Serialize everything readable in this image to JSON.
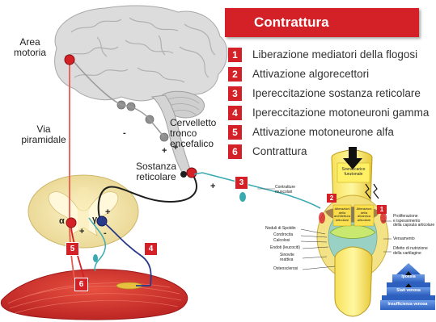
{
  "title": "Contrattura",
  "legend": [
    {
      "num": "1",
      "text": "Liberazione mediatori della flogosi"
    },
    {
      "num": "2",
      "text": "Attivazione algorecettori"
    },
    {
      "num": "3",
      "text": "Ipereccitazione sostanza reticolare"
    },
    {
      "num": "4",
      "text": "Ipereccitazione motoneuroni gamma"
    },
    {
      "num": "5",
      "text": "Attivazione motoneurone alfa"
    },
    {
      "num": "6",
      "text": "Contrattura"
    }
  ],
  "labels": {
    "area_motoria": "Area\nmotoria",
    "via_piramidale": "Via\npiramidale",
    "cervelletto": "Cervelletto\ntronco\nencefalico",
    "sostanza_reticolare": "Sostanza\nreticolare",
    "alpha": "α",
    "gamma": "γ",
    "contratture_muscolari": "Contratture\nmuscolari",
    "sovraccarico": "Sovraccarico\nfunzionale",
    "alterazioni_architettura": "Alterazioni\ndella\narchitettura\narticolare",
    "alterazioni_dinamica": "Alterazioni\ndella\ndinamica\narticolare",
    "noduli": "Noduli di Spoldin",
    "condrocita": "Condrocita",
    "calcolosi": "Calcolosi",
    "endoti": "Endoti (leucociti)",
    "sinovite": "Sinovite\nreattiva",
    "osteosclerosi": "Osteosclerosi",
    "proliferazione": "Proliferazione\ne ispessimento\ndella capsula articolare",
    "versamento": "Versamento",
    "difetto": "Difetto di nutrizione\ndella cartilagine",
    "pyramid_top": "Ipossia",
    "pyramid_mid": "Stati venosa",
    "pyramid_bottom": "Insufficienza venosa"
  },
  "badges": {
    "b1": "1",
    "b2": "2",
    "b3": "3",
    "b4": "4",
    "b5": "5",
    "b6": "6"
  },
  "signs": {
    "minus1": "-",
    "plus1": "+",
    "plus2": "+",
    "plus3": "+",
    "plus4": "+",
    "plus5": "+",
    "minus2": "-"
  },
  "colors": {
    "accent": "#d42027",
    "neuron": "#e03030",
    "gamma": "#2a3a8a",
    "fiber_teal": "#3aaab0",
    "reticular": "#222222"
  }
}
